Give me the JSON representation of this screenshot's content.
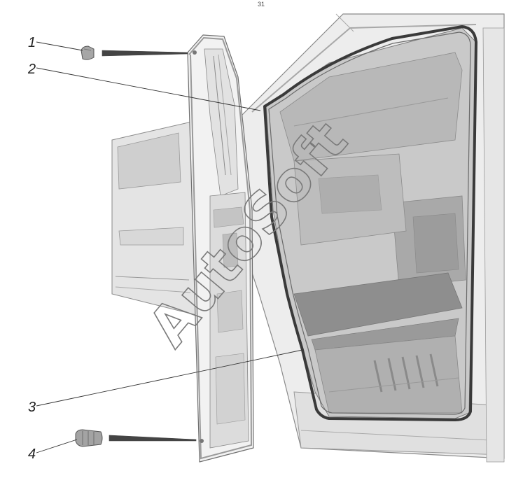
{
  "diagram": {
    "top_mark": "31",
    "watermark": "AutoSoft",
    "callouts": [
      {
        "label": "1",
        "part": "door-stop-buffer-upper"
      },
      {
        "label": "2",
        "part": "door-frame-weatherstrip"
      },
      {
        "label": "3",
        "part": "door-opening-seal"
      },
      {
        "label": "4",
        "part": "door-stop-buffer-lower"
      }
    ]
  }
}
